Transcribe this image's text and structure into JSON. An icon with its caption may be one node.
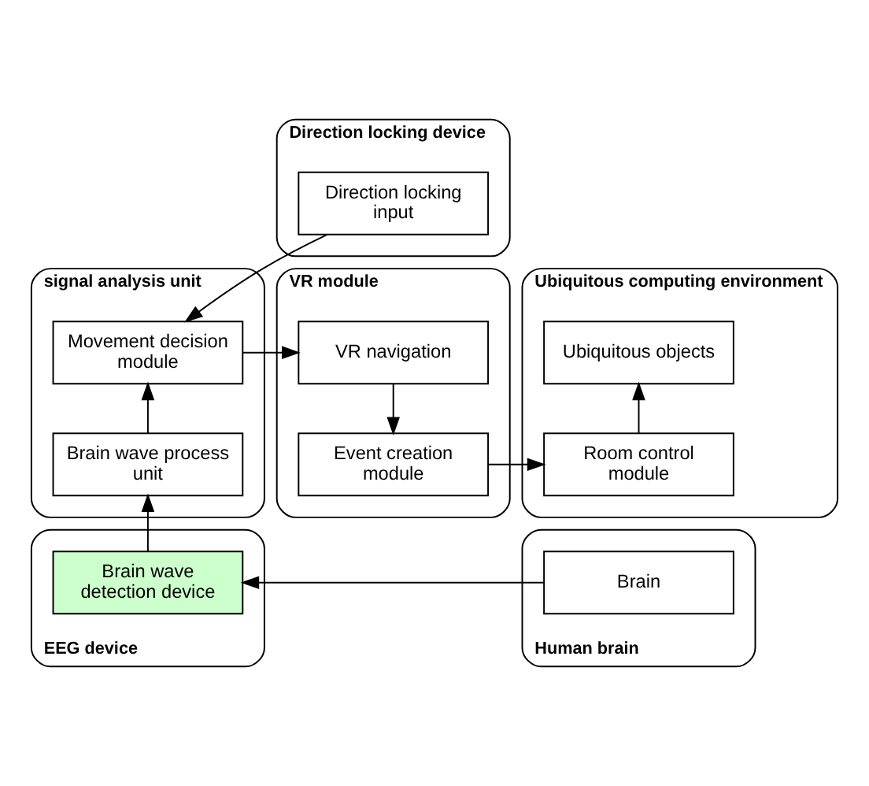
{
  "diagram": {
    "nodes": [
      {
        "text": [
          "Direction locking device"
        ]
      },
      {
        "text": [
          "Direction locking input"
        ],
        "in": 0
      },
      {
        "text": [
          "signal analysis unit"
        ]
      },
      {
        "text": [
          "Movement decision module"
        ],
        "in": 2
      },
      {
        "text": [
          "Brain wave process unit"
        ],
        "in": 2
      },
      {
        "text": [
          "VR module"
        ]
      },
      {
        "text": [
          "VR navigation"
        ],
        "in": 5
      },
      {
        "text": [
          "Event creation module"
        ],
        "in": 5
      },
      {
        "text": [
          "Ubiquitous computing environment"
        ]
      },
      {
        "text": [
          "Ubiquitous objects"
        ],
        "in": 8
      },
      {
        "text": [
          "Room control module"
        ],
        "in": 8
      },
      {
        "text": [
          "EEG device"
        ]
      },
      {
        "text": [
          "Brain wave detection device"
        ],
        "in": 11
      },
      {
        "text": [
          "Human brain"
        ]
      },
      {
        "text": [
          "Brain"
        ],
        "in": 13
      }
    ],
    "edges": [
      {
        "from": 1,
        "to": 3,
        "arrow": "to"
      },
      {
        "from": 3,
        "to": 6,
        "arrow": "to"
      },
      {
        "from": 6,
        "to": 7,
        "arrow": "to"
      },
      {
        "from": 7,
        "to": 10,
        "arrow": "to"
      },
      {
        "from": 10,
        "to": 9,
        "arrow": "to"
      },
      {
        "from": 4,
        "to": 3,
        "arrow": "to"
      },
      {
        "from": 12,
        "to": 4,
        "arrow": "to"
      },
      {
        "from": 14,
        "to": 12,
        "arrow": "to"
      }
    ]
  }
}
